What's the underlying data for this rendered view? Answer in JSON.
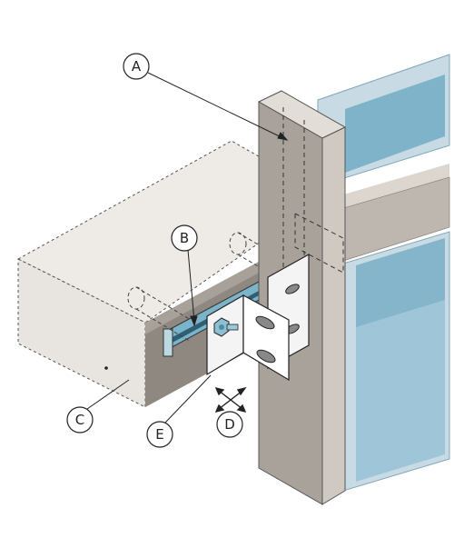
{
  "callouts": {
    "a": "A",
    "b": "B",
    "c": "C",
    "d": "D",
    "e": "E"
  },
  "colors": {
    "mullion_front": "#a8a29b",
    "mullion_side": "#cfc9c2",
    "mullion_top": "#e2ddd7",
    "transom": "#bdb7b0",
    "glass": "#9ec6d8",
    "glass_dark": "#6fa7c0",
    "frame_blue": "#c8dbe4",
    "slab_front": "#e8e4e0",
    "slab_top": "#eeeae6",
    "slab_edge": "#8e8880",
    "bracket": "#f4f4f4",
    "channel": "#7bb3c8",
    "line": "#333333"
  },
  "icons": [
    "adjustment-arrows-icon"
  ]
}
